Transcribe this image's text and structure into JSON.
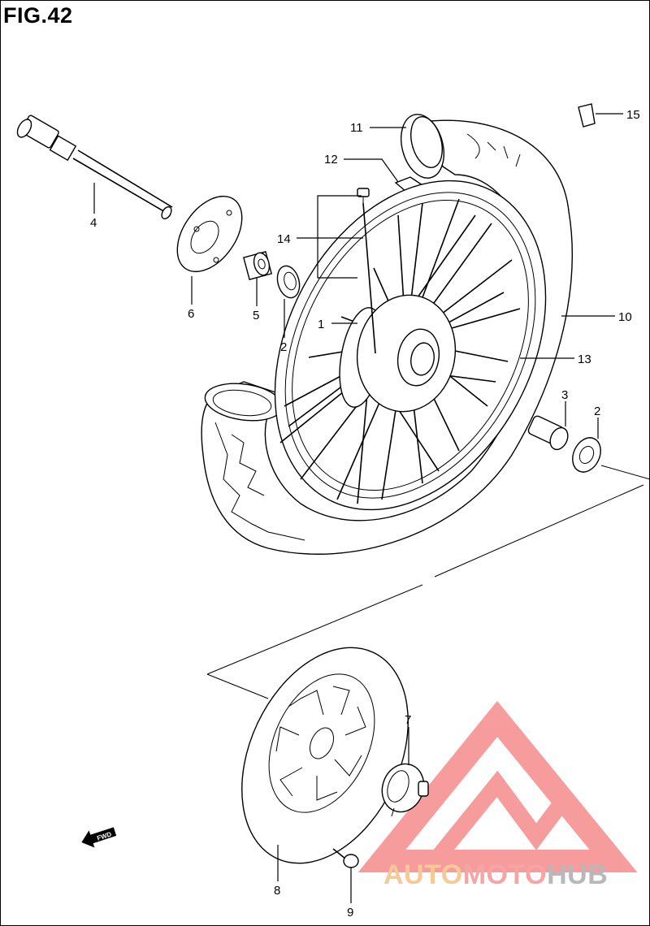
{
  "figure": {
    "title": "FIG.42"
  },
  "watermark": {
    "part1": "AUTO",
    "part2": "MOTO",
    "part3": "HUB",
    "color1": "#f7c996",
    "color2": "#f5a5a5",
    "color3": "#b8b8b8",
    "logo_color": "#f47c7c"
  },
  "fwd_label": "FWD",
  "callouts": [
    {
      "id": "c1",
      "text": "1"
    },
    {
      "id": "c2a",
      "text": "2"
    },
    {
      "id": "c2b",
      "text": "2"
    },
    {
      "id": "c3",
      "text": "3"
    },
    {
      "id": "c4",
      "text": "4"
    },
    {
      "id": "c5",
      "text": "5"
    },
    {
      "id": "c6",
      "text": "6"
    },
    {
      "id": "c7",
      "text": "7"
    },
    {
      "id": "c8",
      "text": "8"
    },
    {
      "id": "c9",
      "text": "9"
    },
    {
      "id": "c10",
      "text": "10"
    },
    {
      "id": "c11",
      "text": "11"
    },
    {
      "id": "c12",
      "text": "12"
    },
    {
      "id": "c13",
      "text": "13"
    },
    {
      "id": "c14",
      "text": "14"
    },
    {
      "id": "c15",
      "text": "15"
    }
  ]
}
